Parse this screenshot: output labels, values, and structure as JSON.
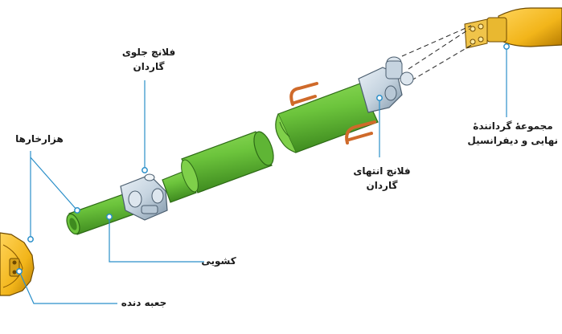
{
  "labels": {
    "front_flange": [
      "فلانچ جلوی",
      "گاردان"
    ],
    "splines": "هزارخارها",
    "slip_yoke": "کشویی",
    "gearbox": "جعبه دنده",
    "rear_flange": [
      "فلانچ انتهای",
      "گاردان"
    ],
    "final_drive": [
      "مجموعهٔ گردانندهٔ",
      "نهایی و دیفرانسیل"
    ]
  },
  "colors": {
    "shaft_green": "#6cc43c",
    "shaft_dark": "#3e8a1f",
    "metal": "#c6d4e0",
    "metal_dark": "#7f95a8",
    "housing_yellow": "#f2b51a",
    "strap_orange": "#cf6a2a",
    "leader_blue": "#2a8fc9"
  }
}
